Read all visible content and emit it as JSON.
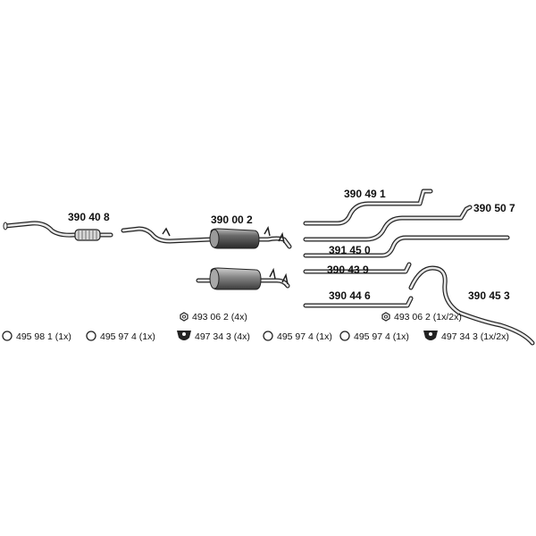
{
  "parts": [
    {
      "number": "390 40 8"
    },
    {
      "number": "390 00 2"
    },
    {
      "number": "390 49 1"
    },
    {
      "number": "390 50 7"
    },
    {
      "number": "391 45 0"
    },
    {
      "number": "390 43 9"
    },
    {
      "number": "390 44 6"
    },
    {
      "number": "390 45 3"
    }
  ],
  "accessories": [
    {
      "label": "495 98 1 (1x)",
      "icon": "clamp-ring-icon"
    },
    {
      "label": "495 97 4 (1x)",
      "icon": "clamp-ring-icon"
    },
    {
      "label": "493 06 2 (4x)",
      "icon": "nut-icon"
    },
    {
      "label": "497 34 3 (4x)",
      "icon": "rubber-mount-icon"
    },
    {
      "label": "495 97 4 (1x)",
      "icon": "clamp-ring-icon"
    },
    {
      "label": "495 97 4 (1x)",
      "icon": "clamp-ring-icon"
    },
    {
      "label": "493 06 2 (1x/2x)",
      "icon": "nut-icon"
    },
    {
      "label": "497 34 3 (1x/2x)",
      "icon": "rubber-mount-icon"
    }
  ]
}
